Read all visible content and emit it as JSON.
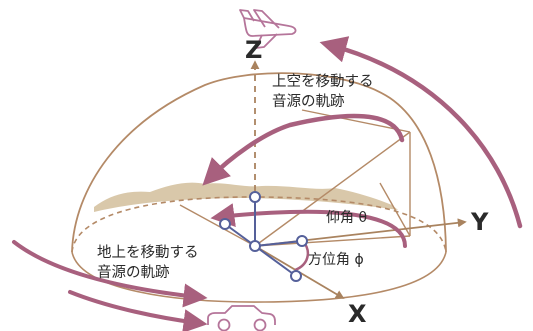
{
  "labels": {
    "axis_z": "Z",
    "axis_y": "Y",
    "axis_x": "X",
    "airborne_line1": "上空を移動する",
    "airborne_line2": "音源の軌跡",
    "ground_line1": "地上を移動する",
    "ground_line2": "音源の軌跡",
    "elevation": "仰角 θ",
    "azimuth": "方位角 ϕ"
  },
  "icons": [
    "airplane-icon",
    "car-icon"
  ],
  "colors": {
    "dome": "#b48a67",
    "trajectory": "#a8607e",
    "axis": "#a9835f",
    "terrain": "#d9c8aa",
    "microphone": "#55609a",
    "text": "#2a2a2a"
  }
}
